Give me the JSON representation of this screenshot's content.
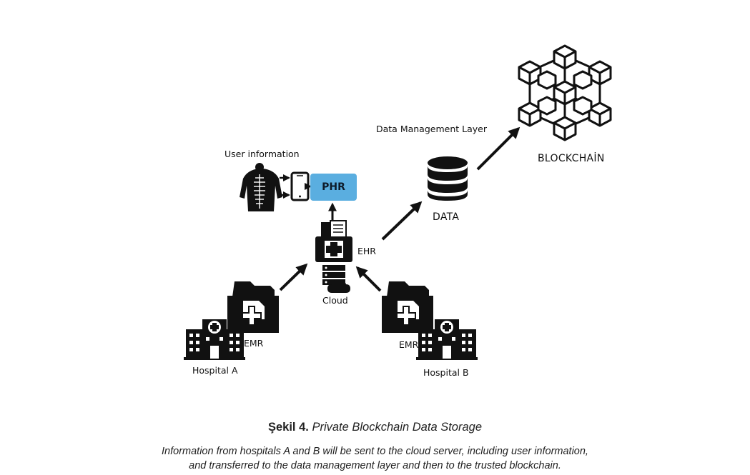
{
  "diagram": {
    "labels": {
      "user_information": "User information",
      "phr": "PHR",
      "ehr": "EHR",
      "cloud": "Cloud",
      "emr_a": "EMR",
      "emr_b": "EMR",
      "hospital_a": "Hospital A",
      "hospital_b": "Hospital B",
      "data": "DATA",
      "data_management_layer": "Data Management Layer",
      "blockchain": "BLOCKCHAİN"
    },
    "colors": {
      "phr_box": "#5aaee0",
      "icons": "#111111"
    },
    "icons": [
      "body-scan-icon",
      "smartphone-icon",
      "server-cloud-icon",
      "medical-folder-icon",
      "hospital-icon",
      "database-icon",
      "blockchain-icon"
    ]
  },
  "caption": {
    "number": "Şekil 4.",
    "title": "Private Blockchain Data Storage",
    "line1": "Information from hospitals A and B will be sent to the cloud server, including user information,",
    "line2": "and transferred to the data management layer and then to the trusted blockchain."
  }
}
